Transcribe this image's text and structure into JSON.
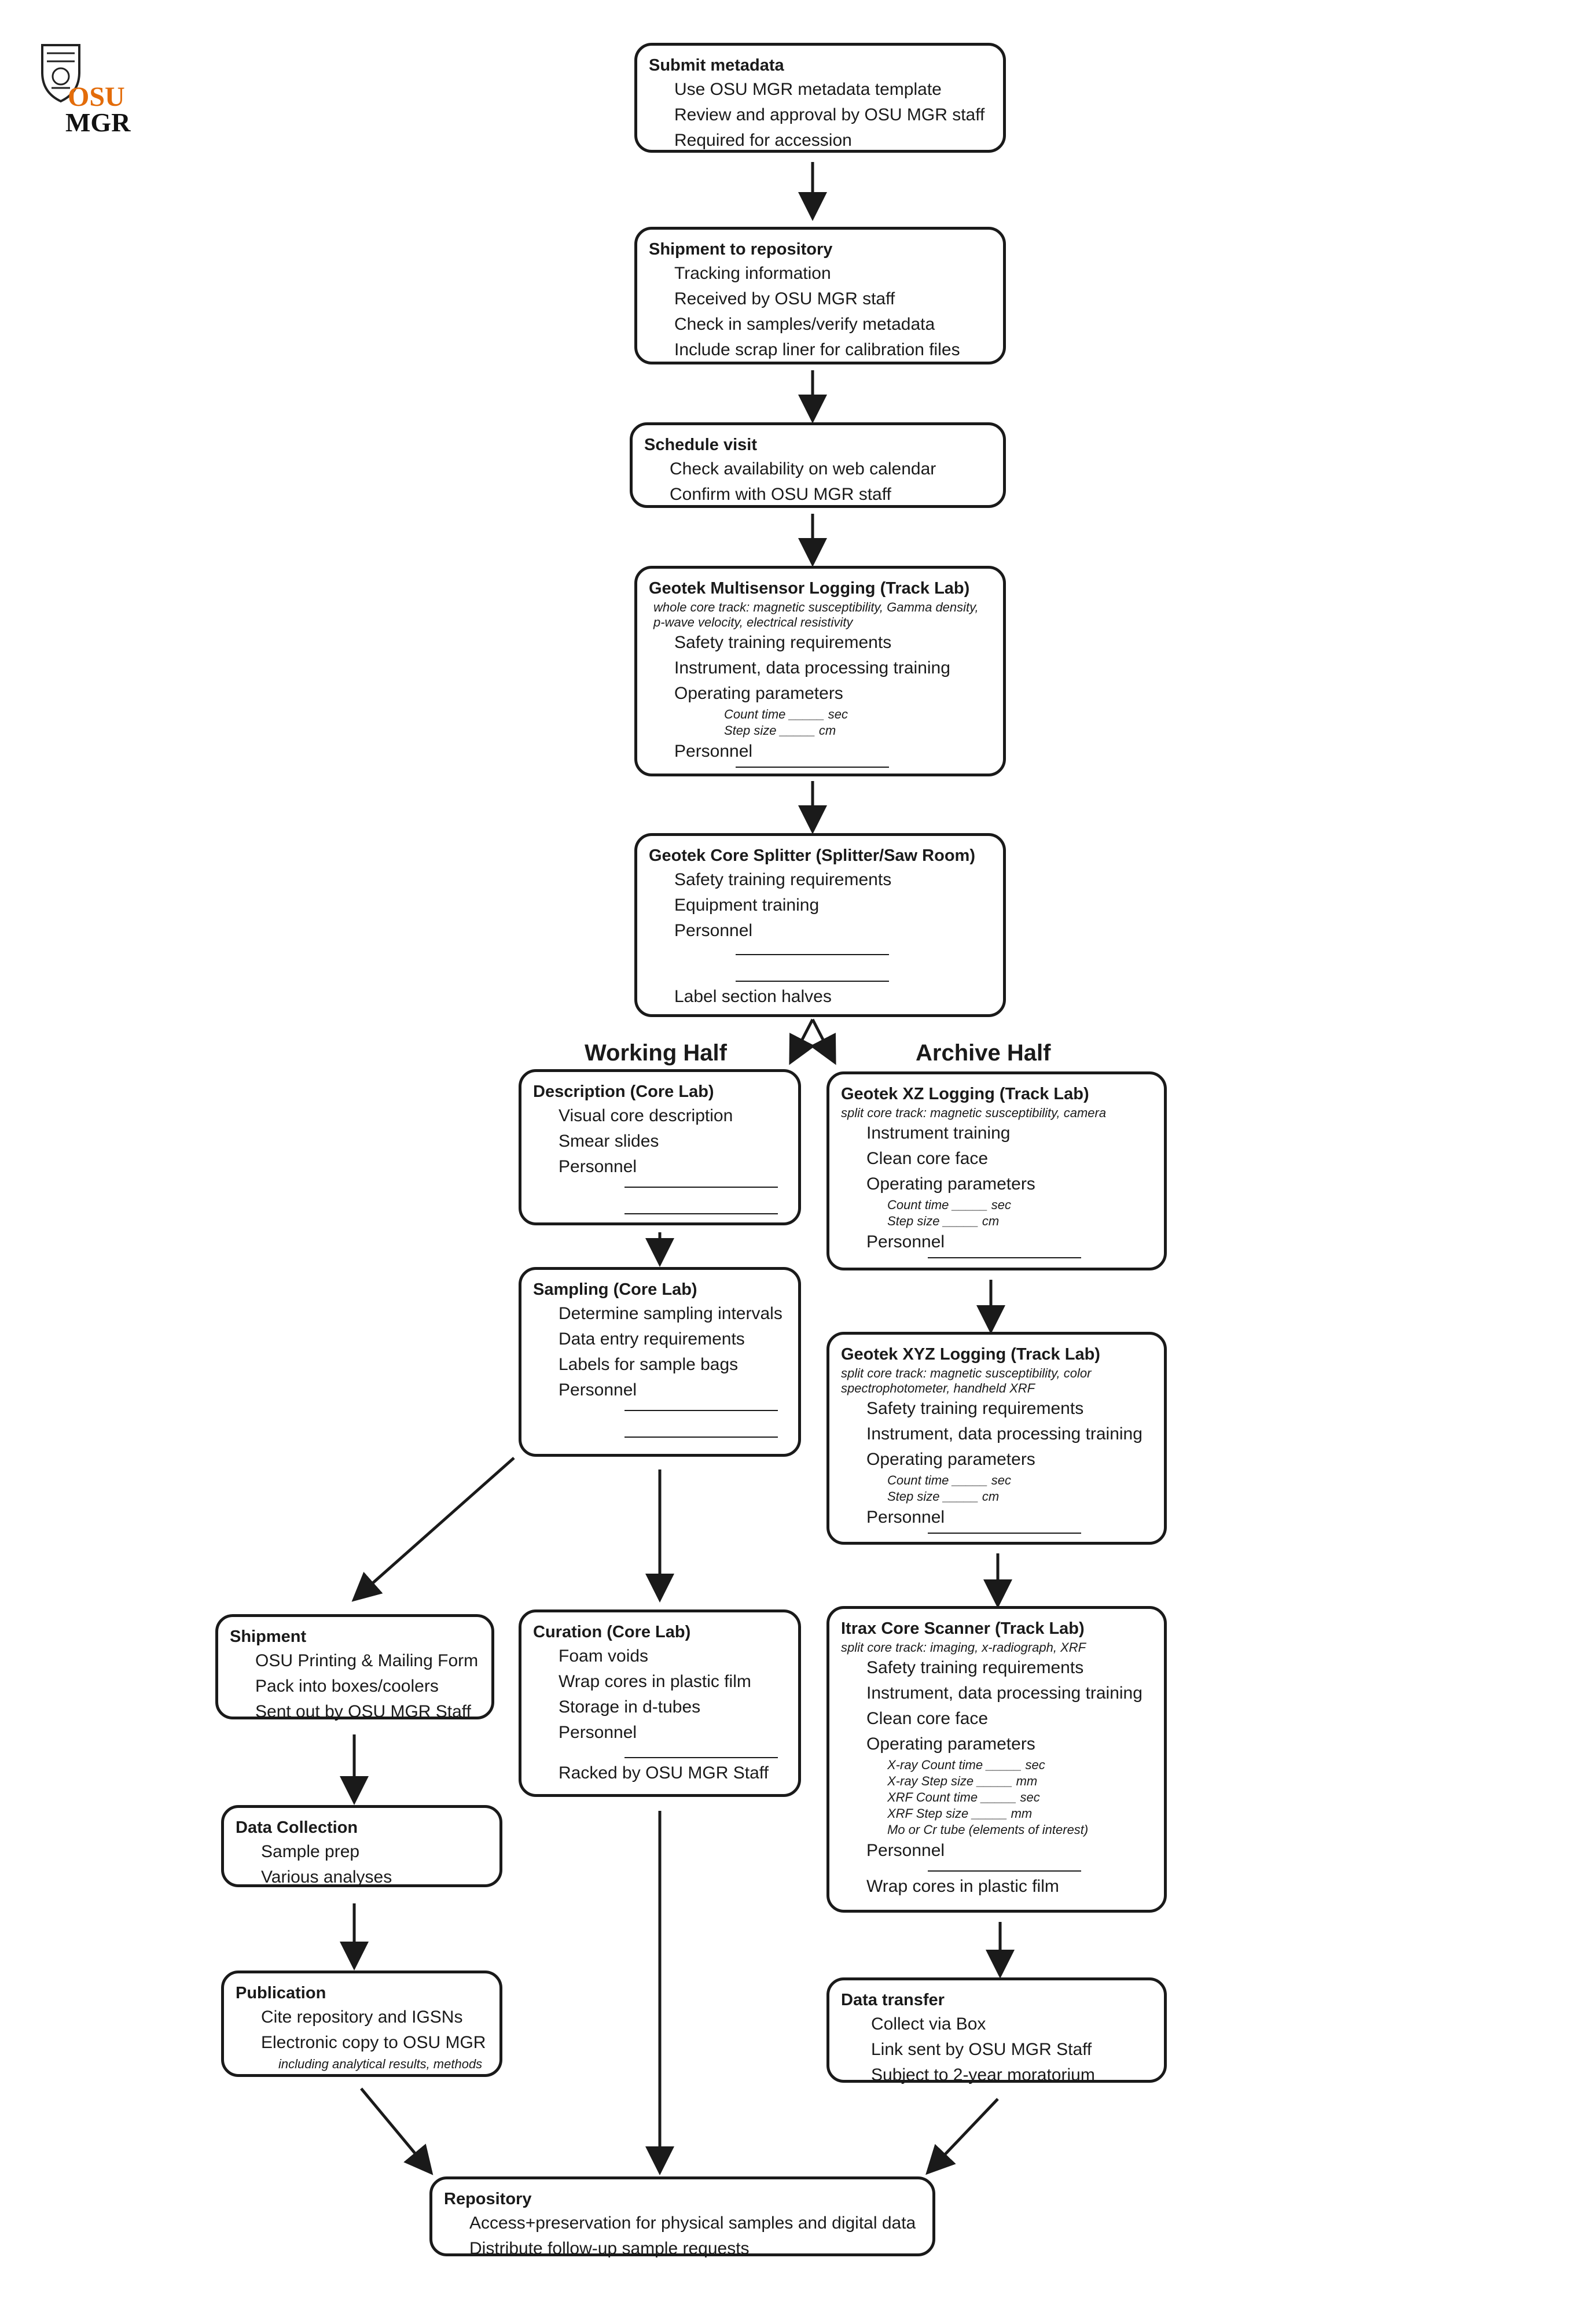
{
  "logo": {
    "line1": "OSU",
    "line2": "MGR",
    "accent": "#e36c0a"
  },
  "half_labels": {
    "working": "Working Half",
    "archive": "Archive Half"
  },
  "boxes": {
    "submit": {
      "title": "Submit metadata",
      "items": [
        "Use OSU MGR metadata template",
        "Review and approval by OSU MGR staff",
        "Required for accession"
      ]
    },
    "shipment_repo": {
      "title": "Shipment to repository",
      "items": [
        "Tracking information",
        "Received by OSU MGR staff",
        "Check in samples/verify metadata",
        "Include scrap liner for calibration files"
      ]
    },
    "schedule": {
      "title": "Schedule visit",
      "items": [
        "Check availability on web calendar",
        "Confirm with OSU MGR staff"
      ]
    },
    "multisensor": {
      "title": "Geotek Multisensor Logging (Track Lab)",
      "sub": "whole core track: magnetic susceptibility, Gamma density, p-wave velocity, electrical resistivity",
      "items": [
        "Safety training requirements",
        "Instrument, data processing training",
        "Operating parameters"
      ],
      "params": [
        "Count time _____ sec",
        "Step size      _____ cm"
      ],
      "personnel": "Personnel"
    },
    "splitter": {
      "title": "Geotek Core Splitter (Splitter/Saw Room)",
      "items": [
        "Safety training requirements",
        "Equipment training",
        "Personnel"
      ],
      "last": "Label section halves"
    },
    "description": {
      "title": "Description (Core Lab)",
      "items": [
        "Visual core description",
        "Smear slides",
        "Personnel"
      ]
    },
    "xz": {
      "title": "Geotek XZ Logging (Track Lab)",
      "sub": "split core track: magnetic susceptibility, camera",
      "items": [
        "Instrument training",
        "Clean core face",
        "Operating parameters"
      ],
      "params": [
        "Count time _____ sec",
        "Step size      _____ cm"
      ],
      "personnel": "Personnel"
    },
    "sampling": {
      "title": "Sampling (Core Lab)",
      "items": [
        "Determine sampling intervals",
        "Data entry requirements",
        "Labels for sample bags",
        "Personnel"
      ]
    },
    "xyz": {
      "title": "Geotek XYZ Logging (Track Lab)",
      "sub": "split core track: magnetic susceptibility, color spectrophotometer, handheld XRF",
      "items": [
        "Safety training requirements",
        "Instrument, data processing training",
        "Operating parameters"
      ],
      "params": [
        "Count time _____ sec",
        "Step size      _____ cm"
      ],
      "personnel": "Personnel"
    },
    "shipment": {
      "title": "Shipment",
      "items": [
        "OSU Printing & Mailing Form",
        "Pack into boxes/coolers",
        "Sent out by OSU MGR Staff"
      ]
    },
    "curation": {
      "title": "Curation (Core Lab)",
      "items": [
        "Foam voids",
        "Wrap cores in plastic film",
        "Storage in d-tubes",
        "Personnel"
      ],
      "last": "Racked by OSU MGR Staff"
    },
    "itrax": {
      "title": "Itrax Core Scanner (Track Lab)",
      "sub": "split core track: imaging, x-radiograph, XRF",
      "items": [
        "Safety training requirements",
        "Instrument, data processing training",
        "Clean core face",
        "Operating parameters"
      ],
      "params": [
        "X-ray Count time    _____ sec",
        "X-ray Step size       _____ mm",
        "XRF Count time       _____ sec",
        "XRF Step size          _____ mm",
        "Mo or Cr tube (elements of interest)"
      ],
      "personnel": "Personnel",
      "last": "Wrap cores in plastic film"
    },
    "data_collection": {
      "title": "Data Collection",
      "items": [
        "Sample prep",
        "Various analyses"
      ]
    },
    "publication": {
      "title": "Publication",
      "items": [
        "Cite repository and IGSNs",
        "Electronic copy to OSU MGR"
      ],
      "note": "including analytical results, methods"
    },
    "data_transfer": {
      "title": "Data transfer",
      "items": [
        "Collect via Box",
        "Link sent by OSU MGR Staff",
        "Subject to 2-year moratorium"
      ]
    },
    "repository": {
      "title": "Repository",
      "items": [
        "Access+preservation for physical samples and digital data",
        "Distribute follow-up sample requests"
      ]
    }
  }
}
